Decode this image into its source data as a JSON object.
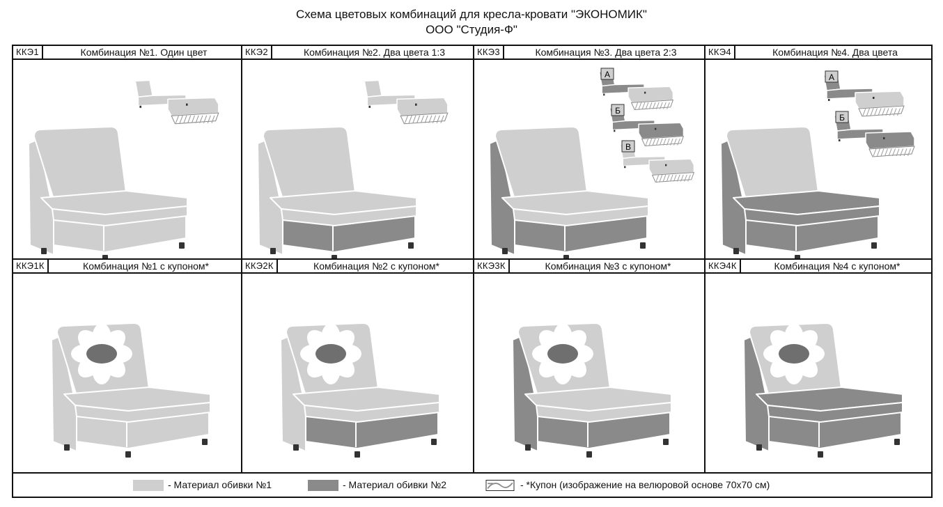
{
  "title_line1": "Схема цветовых комбинаций для кресла-кровати \"ЭКОНОМИК\"",
  "title_line2": "ООО \"Студия-Ф\"",
  "colors": {
    "material1": "#cfcfcf",
    "material2": "#8a8a8a",
    "outline": "#ffffff",
    "leg": "#333333",
    "flower_center": "#6f6f6f"
  },
  "cells": [
    {
      "code": "ККЭ1",
      "name": "Комбинация №1. Один цвет"
    },
    {
      "code": "ККЭ2",
      "name": "Комбинация №2. Два цвета 1:3"
    },
    {
      "code": "ККЭ3",
      "name": "Комбинация №3. Два цвета 2:3"
    },
    {
      "code": "ККЭ4",
      "name": "Комбинация №4. Два цвета"
    },
    {
      "code": "ККЭ1К",
      "name": "Комбинация №1 с купоном*"
    },
    {
      "code": "ККЭ2К",
      "name": "Комбинация №2 с купоном*"
    },
    {
      "code": "ККЭ3К",
      "name": "Комбинация №3 с купоном*"
    },
    {
      "code": "ККЭ4К",
      "name": "Комбинация №4 с купоном*"
    }
  ],
  "variant_labels": {
    "a": "А",
    "b": "Б",
    "v": "В"
  },
  "legend": {
    "material1": "- Материал обивки №1",
    "material2": "- Материал обивки №2",
    "coupon": "- *Купон (изображение на велюровой основе 70х70 см)"
  }
}
